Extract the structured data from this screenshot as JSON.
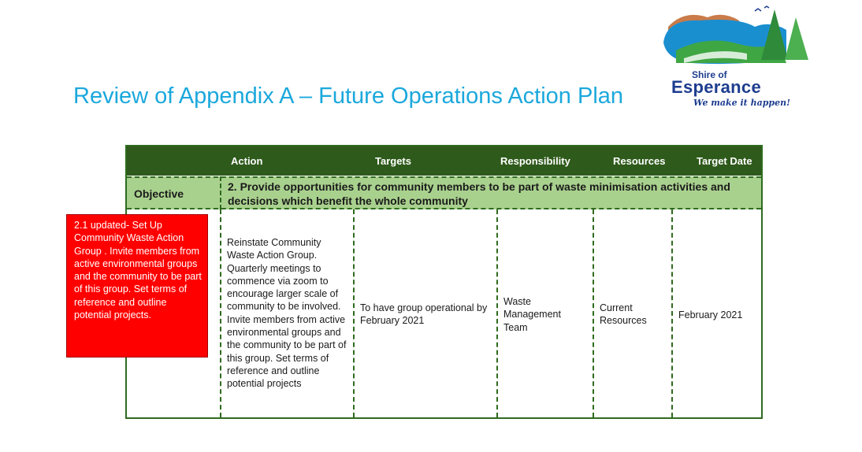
{
  "slide": {
    "title": "Review of Appendix A – Future Operations Action Plan"
  },
  "logo": {
    "shire": "Shire of",
    "name": "Esperance",
    "tagline": "We make it happen!",
    "colors": {
      "water": "#1a8fd0",
      "land": "#3fa644",
      "hills": "#c97b4a",
      "text": "#1d3d8f"
    }
  },
  "table": {
    "headers": [
      "Action",
      "Targets",
      "Responsibility",
      "Resources",
      "Target Date"
    ],
    "objective_label": "Objective",
    "objective_text": "2. Provide opportunities for community members to be part of waste minimisation activities and decisions which benefit the whole community",
    "row": {
      "action": "Reinstate Community Waste Action Group. Quarterly meetings to commence via zoom to encourage larger scale of community to be involved. Invite members from active environmental groups and the community to be part of this group. Set terms of reference and outline potential projects",
      "targets": "To have group operational by February 2021",
      "responsibility": "Waste Management Team",
      "resources": "Current Resources",
      "target_date": "February 2021"
    },
    "colors": {
      "header_bg": "#2e5a1b",
      "objective_bg": "#a9d18e",
      "border": "#2e6b1e"
    }
  },
  "note": {
    "text": "2.1 updated- Set Up Community Waste Action Group . Invite members from active environmental groups and the community to be part of this group. Set terms of reference and outline potential projects.",
    "color": "#ff0000"
  }
}
